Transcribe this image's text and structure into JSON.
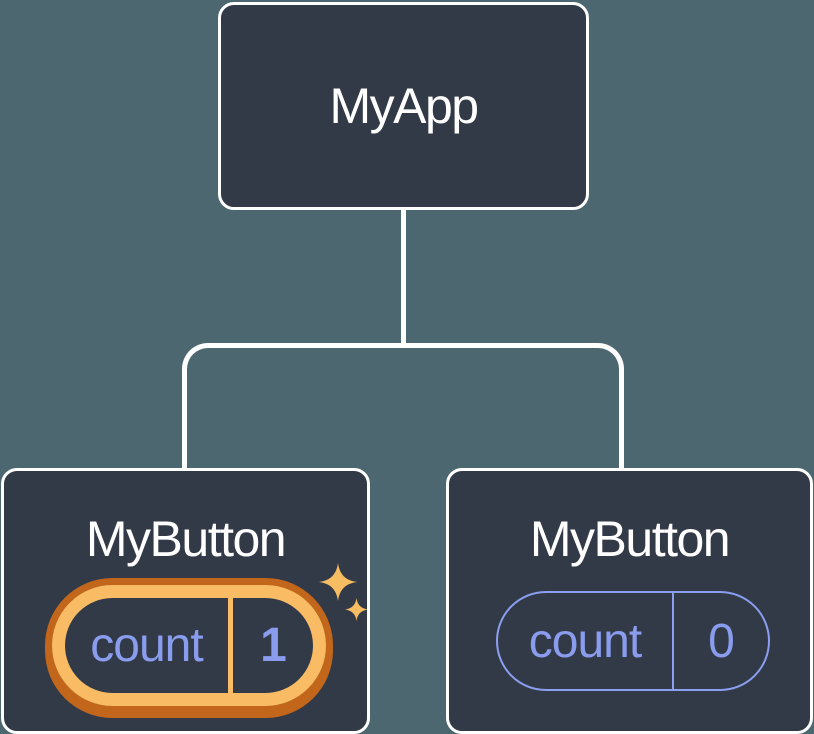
{
  "diagram": {
    "description": "React component tree with state",
    "root": {
      "title": "MyApp"
    },
    "children": [
      {
        "title": "MyButton",
        "state": {
          "label": "count",
          "value": "1"
        },
        "highlighted": true,
        "highlight_icon": "sparkle-icon"
      },
      {
        "title": "MyButton",
        "state": {
          "label": "count",
          "value": "0"
        },
        "highlighted": false
      }
    ]
  },
  "colors": {
    "background": "#4c6770",
    "node_fill": "#333a47",
    "node_border": "#ffffff",
    "connector": "#ffffff",
    "title_text": "#ffffff",
    "state_text": "#8a9cee",
    "state_pill_border": "#8b9ff0",
    "highlight_gold": "#f9bc64",
    "highlight_dark_orange": "#c2661b",
    "sparkle_gold": "#f7bd62"
  }
}
